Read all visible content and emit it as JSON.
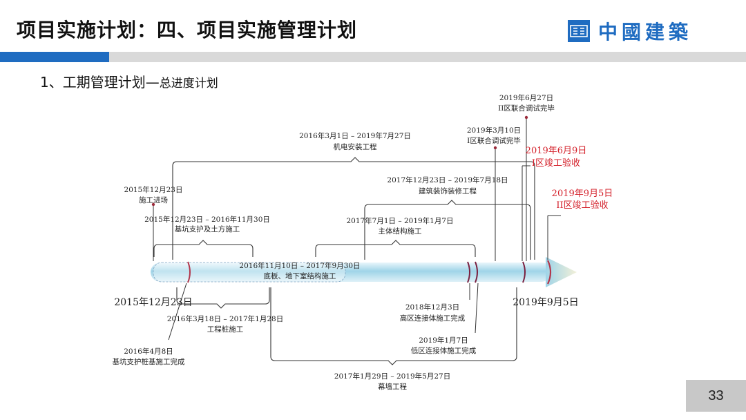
{
  "title": "项目实施计划：四、项目实施管理计划",
  "logo": {
    "mark": "CSCEC",
    "text": "中國建築"
  },
  "subtitle": {
    "main": "1、工期管理计划—",
    "small": "总进度计划"
  },
  "page_number": "33",
  "colors": {
    "brand_blue": "#1f6cc1",
    "milestone_red": "#d4202a",
    "band_grey": "#d9d9d9"
  },
  "timeline": {
    "start_label": "2015年12月23日",
    "end_label": "2019年9月5日"
  },
  "top": {
    "mep": {
      "date": "2016年3月1日 – 2019年7月27日",
      "name": "机电安装工程"
    },
    "decoration": {
      "date": "2017年12月23日 – 2019年7月18日",
      "name": "建筑装饰装修工程"
    },
    "main_structure": {
      "date": "2017年7月1日 – 2019年1月7日",
      "name": "主体结构施工"
    },
    "excavation": {
      "date": "2015年12月23日 – 2016年11月30日",
      "name": "基坑支护及土方施工"
    },
    "site_entry": {
      "date": "2015年12月23日",
      "name": "施工进场"
    },
    "zone1_test": {
      "date": "2019年3月10日",
      "name": "I区联合调试完毕"
    },
    "zone2_test": {
      "date": "2019年6月27日",
      "name": "II区联合调试完毕"
    },
    "zone1_accept": {
      "date": "2019年6月9日",
      "name": "I区竣工验收"
    },
    "zone2_accept": {
      "date": "2019年9月5日",
      "name": "II区竣工验收"
    }
  },
  "middle": {
    "basement": {
      "date": "2016年11月10日 – 2017年9月30日",
      "name": "底板、地下室结构施工"
    }
  },
  "bottom": {
    "piles": {
      "date": "2016年3月18日 – 2017年1月28日",
      "name": "工程桩施工"
    },
    "pile_done": {
      "date": "2016年4月8日",
      "name": "基坑支护桩基施工完成"
    },
    "high_zone": {
      "date": "2018年12月3日",
      "name": "高区连接体施工完成"
    },
    "low_zone": {
      "date": "2019年1月7日",
      "name": "低区连接体施工完成"
    },
    "curtain": {
      "date": "2017年1月29日 – 2019年5月27日",
      "name": "幕墙工程"
    }
  }
}
